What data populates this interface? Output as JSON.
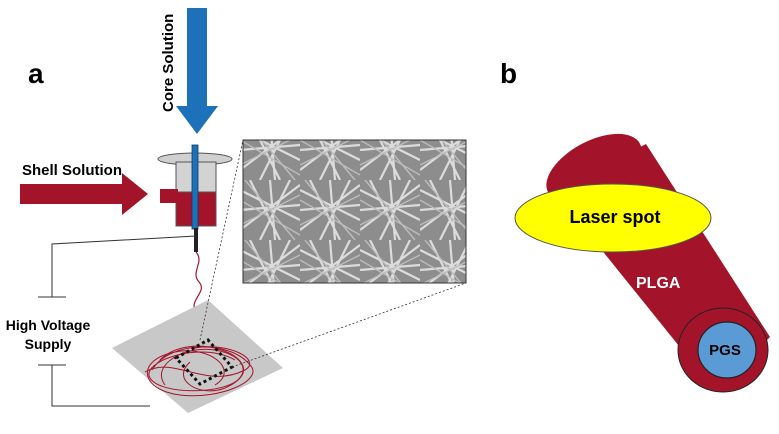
{
  "panels": {
    "a": "a",
    "b": "b"
  },
  "labels": {
    "shell_solution": "Shell Solution",
    "core_solution": "Core Solution",
    "high_voltage_line1": "High Voltage",
    "high_voltage_line2": "Supply",
    "laser_spot": "Laser spot",
    "plga": "PLGA",
    "pgs": "PGS"
  },
  "colors": {
    "shell": "#a3142a",
    "core_arrow": "#1d71b8",
    "pgs_core": "#5b9bd5",
    "laser": "#ffff00",
    "mat": "#c8c8c8",
    "sem": "#8a8a8a"
  }
}
